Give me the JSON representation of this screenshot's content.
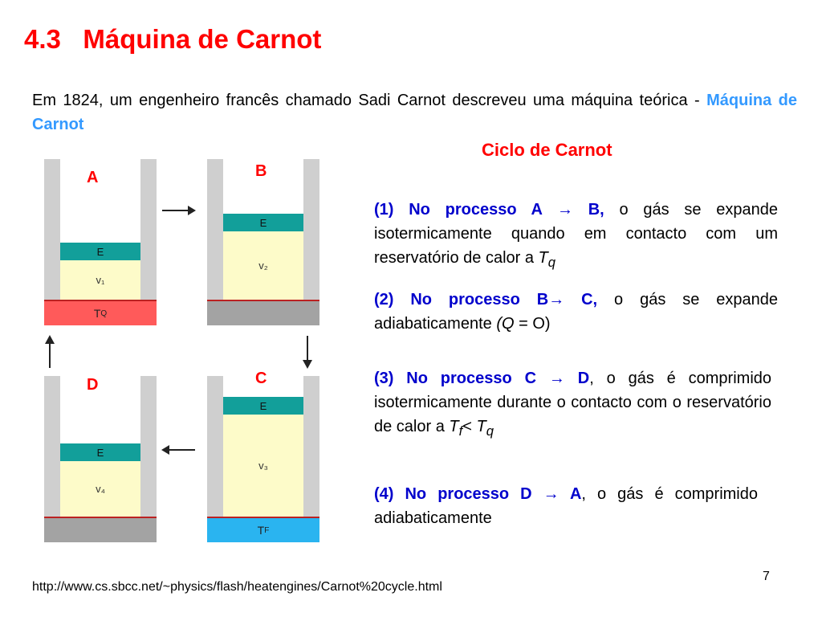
{
  "slide": {
    "title": "4.3   Máquina de Carnot",
    "intro_text": "Em 1824, um engenheiro francês chamado Sadi Carnot descreveu uma máquina teórica - ",
    "intro_highlight": "Máquina de Carnot",
    "cycle_title": "Ciclo de Carnot",
    "page_number": "7",
    "url": "http://www.cs.sbcc.net/~physics/flash/heatengines/Carnot%20cycle.html"
  },
  "diagram": {
    "labels": {
      "a": "A",
      "b": "B",
      "c": "C",
      "d": "D"
    },
    "piston_a": {
      "block": "E",
      "volume": "v₁",
      "reservoir": "T",
      "reservoir_sub": "Q"
    },
    "piston_b": {
      "block": "E",
      "volume": "v₂"
    },
    "piston_c": {
      "block": "E",
      "volume": "v₃",
      "reservoir": "T",
      "reservoir_sub": "F"
    },
    "piston_d": {
      "block": "E",
      "volume": "v₄"
    },
    "colors": {
      "hot": "#ff5a5a",
      "cold": "#2ab4f0",
      "insulator": "#a3a3a3",
      "block": "#129f9a",
      "gas": "#fdfbc9"
    }
  },
  "processes": [
    {
      "head": "(1) No processo A → B,",
      "text": " o gás se expande isotermicamente quando em contacto com um reservatório de calor a ",
      "var": "T",
      "sub": "q",
      "tail": ""
    },
    {
      "head": "(2) No processo B→ C,",
      "text": " o gás se expande adiabaticamente ",
      "var": "(Q",
      "sub": "",
      "tail": " = O)"
    },
    {
      "head": "(3) No processo C → D",
      "text": ", o gás é comprimido isotermicamente durante o contacto com o reservatório de calor a ",
      "var": "T",
      "sub": "f",
      "tail": "< ",
      "var2": "T",
      "sub2": "q"
    },
    {
      "head": "(4) No processo D → A",
      "text": ", o gás é comprimido adiabaticamente"
    }
  ]
}
